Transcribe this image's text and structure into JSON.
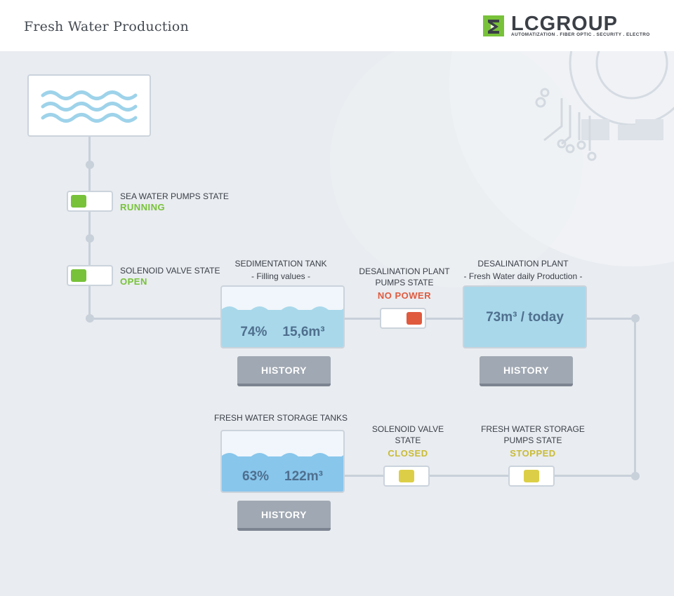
{
  "header": {
    "title": "Fresh Water Production"
  },
  "logo": {
    "name": "LCGROUP",
    "tagline": "AUTOMATIZATION . FIBER OPTIC . SECURITY . ELECTRO"
  },
  "colors": {
    "running": "#78c23a",
    "no_power": "#e05a3e",
    "closed": "#dccf47",
    "tank_fill": "#a9d8ea",
    "storage_fill": "#88c6ec"
  },
  "icons": [
    "sea-wave-icon",
    "lcgroup-logo-icon"
  ],
  "sea_water_pumps": {
    "label": "SEA WATER PUMPS STATE",
    "state": "RUNNING"
  },
  "solenoid_valve_1": {
    "label": "SOLENOID VALVE STATE",
    "state": "OPEN"
  },
  "sedimentation_tank": {
    "title": "SEDIMENTATION TANK",
    "subtitle": "- Filling values -",
    "percent": "74%",
    "volume": "15,6m³",
    "fill_level": 0.62,
    "history": "HISTORY"
  },
  "desal_pumps": {
    "label_line1": "DESALINATION PLANT",
    "label_line2": "PUMPS STATE",
    "state": "NO POWER"
  },
  "desal_plant": {
    "title": "DESALINATION PLANT",
    "subtitle": "- Fresh Water daily Production -",
    "value": "73m³ / today",
    "history": "HISTORY"
  },
  "storage_tanks": {
    "title": "FRESH WATER STORAGE TANKS",
    "percent": "63%",
    "volume": "122m³",
    "fill_level": 0.58,
    "history": "HISTORY"
  },
  "solenoid_valve_2": {
    "label_line1": "SOLENOID VALVE",
    "label_line2": "STATE",
    "state": "CLOSED"
  },
  "storage_pumps": {
    "label_line1": "FRESH WATER STORAGE",
    "label_line2": "PUMPS STATE",
    "state": "STOPPED"
  }
}
